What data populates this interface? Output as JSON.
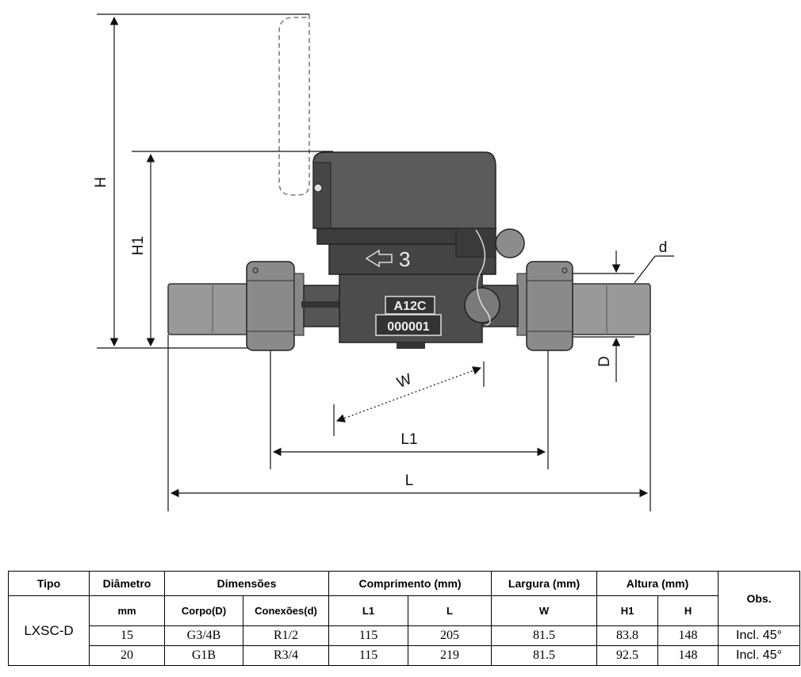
{
  "drawing": {
    "dimension_labels": {
      "H": "H",
      "H1": "H1",
      "W": "W",
      "L1": "L1",
      "L": "L",
      "D": "D",
      "d": "d"
    },
    "meter_flow_number": "3",
    "meter_plate_line1": "A12C",
    "meter_plate_line2": "000001"
  },
  "table": {
    "headers": {
      "tipo": "Tipo",
      "diametro": "Diâmetro",
      "dimensoes": "Dimensões",
      "comprimento": "Comprimento (mm)",
      "largura": "Largura (mm)",
      "altura": "Altura (mm)",
      "obs": "Obs."
    },
    "subheaders": {
      "mm": "mm",
      "corpo": "Corpo(D)",
      "conexoes": "Conexões(d)",
      "l1": "L1",
      "l": "L",
      "w": "W",
      "h1": "H1",
      "h": "H"
    },
    "tipo_value": "LXSC-D",
    "rows": [
      {
        "diametro": "15",
        "corpo": "G3/4B",
        "conexoes": "R1/2",
        "l1": "115",
        "l": "205",
        "w": "81.5",
        "h1": "83.8",
        "h": "148",
        "obs": "Incl. 45°"
      },
      {
        "diametro": "20",
        "corpo": "G1B",
        "conexoes": "R3/4",
        "l1": "115",
        "l": "219",
        "w": "81.5",
        "h1": "92.5",
        "h": "148",
        "obs": "Incl. 45°"
      }
    ]
  },
  "colors": {
    "body_dark": "#4a4a4a",
    "fitting_gray": "#8a8a8a",
    "pipe_gray": "#9a9a9a",
    "line": "#111111"
  }
}
